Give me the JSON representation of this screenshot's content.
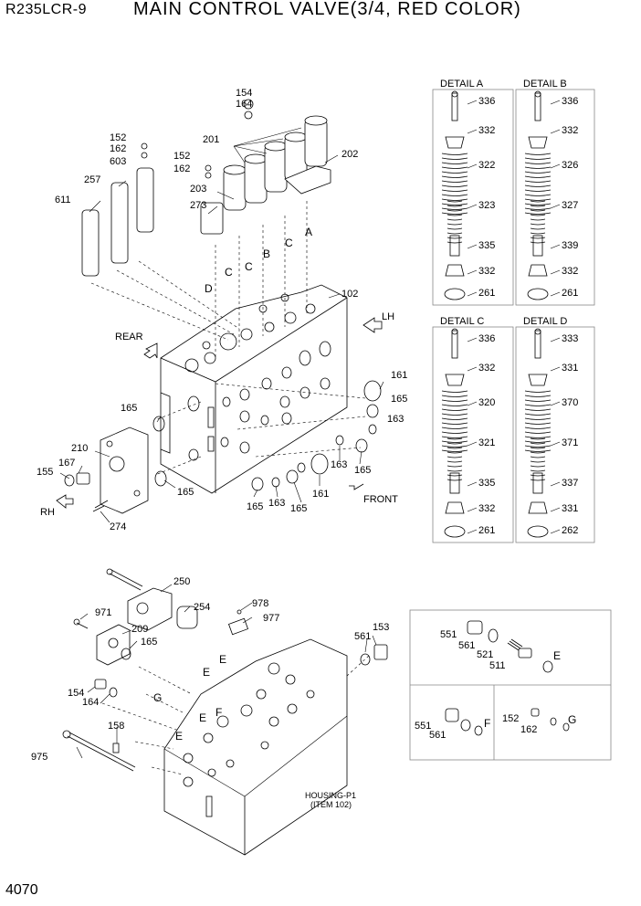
{
  "header": {
    "model": "R235LCR-9",
    "title": "MAIN CONTROL VALVE(3/4, RED COLOR)"
  },
  "page_number": "4070",
  "directions": {
    "lh": "LH",
    "rear": "REAR",
    "rh": "RH",
    "front": "FRONT"
  },
  "housing_note": {
    "line1": "HOUSING-P1",
    "line2": "(ITEM 102)"
  },
  "details": [
    {
      "title": "DETAIL A",
      "parts": [
        "336",
        "332",
        "322",
        "323",
        "335",
        "332",
        "261"
      ]
    },
    {
      "title": "DETAIL B",
      "parts": [
        "336",
        "332",
        "326",
        "327",
        "339",
        "332",
        "261"
      ]
    },
    {
      "title": "DETAIL C",
      "parts": [
        "336",
        "332",
        "320",
        "321",
        "335",
        "332",
        "261"
      ]
    },
    {
      "title": "DETAIL D",
      "parts": [
        "333",
        "331",
        "370",
        "371",
        "337",
        "331",
        "262"
      ]
    }
  ],
  "insets": {
    "e": {
      "parts": [
        "551",
        "561",
        "521",
        "511"
      ],
      "letter": "E"
    },
    "f": {
      "parts": [
        "551",
        "561"
      ],
      "letter": "F"
    },
    "g": {
      "parts": [
        "152",
        "162"
      ],
      "letter": "G"
    }
  },
  "upper_callouts": [
    {
      "id": "154a",
      "text": "154"
    },
    {
      "id": "164a",
      "text": "164"
    },
    {
      "id": "201",
      "text": "201"
    },
    {
      "id": "202",
      "text": "202"
    },
    {
      "id": "152a",
      "text": "152"
    },
    {
      "id": "162a",
      "text": "162"
    },
    {
      "id": "603",
      "text": "603"
    },
    {
      "id": "152b",
      "text": "152"
    },
    {
      "id": "162b",
      "text": "162"
    },
    {
      "id": "257",
      "text": "257"
    },
    {
      "id": "203",
      "text": "203"
    },
    {
      "id": "273",
      "text": "273"
    },
    {
      "id": "611",
      "text": "611"
    },
    {
      "id": "102",
      "text": "102"
    },
    {
      "id": "161a",
      "text": "161"
    },
    {
      "id": "165a",
      "text": "165"
    },
    {
      "id": "163a",
      "text": "163"
    },
    {
      "id": "165b",
      "text": "165"
    },
    {
      "id": "163b",
      "text": "163"
    },
    {
      "id": "161b",
      "text": "161"
    },
    {
      "id": "165c",
      "text": "165"
    },
    {
      "id": "163c",
      "text": "163"
    },
    {
      "id": "165d",
      "text": "165"
    },
    {
      "id": "165e",
      "text": "165"
    },
    {
      "id": "165f",
      "text": "165"
    },
    {
      "id": "210",
      "text": "210"
    },
    {
      "id": "167",
      "text": "167"
    },
    {
      "id": "155",
      "text": "155"
    },
    {
      "id": "274",
      "text": "274"
    }
  ],
  "spool_letters": [
    {
      "id": "D",
      "text": "D"
    },
    {
      "id": "C1",
      "text": "C"
    },
    {
      "id": "C2",
      "text": "C"
    },
    {
      "id": "B",
      "text": "B"
    },
    {
      "id": "C3",
      "text": "C"
    },
    {
      "id": "A",
      "text": "A"
    }
  ],
  "lower_callouts": [
    {
      "id": "250",
      "text": "250"
    },
    {
      "id": "971",
      "text": "971"
    },
    {
      "id": "254",
      "text": "254"
    },
    {
      "id": "978",
      "text": "978"
    },
    {
      "id": "977",
      "text": "977"
    },
    {
      "id": "209",
      "text": "209"
    },
    {
      "id": "165g",
      "text": "165"
    },
    {
      "id": "561a",
      "text": "561"
    },
    {
      "id": "153",
      "text": "153"
    },
    {
      "id": "154b",
      "text": "154"
    },
    {
      "id": "164b",
      "text": "164"
    },
    {
      "id": "158",
      "text": "158"
    },
    {
      "id": "975",
      "text": "975"
    },
    {
      "id": "E1",
      "text": "E"
    },
    {
      "id": "E2",
      "text": "E"
    },
    {
      "id": "G",
      "text": "G"
    },
    {
      "id": "E3",
      "text": "E"
    },
    {
      "id": "F",
      "text": "F"
    },
    {
      "id": "E4",
      "text": "E"
    }
  ],
  "colors": {
    "line": "#000000",
    "frame": "#888888",
    "paper": "#ffffff"
  }
}
